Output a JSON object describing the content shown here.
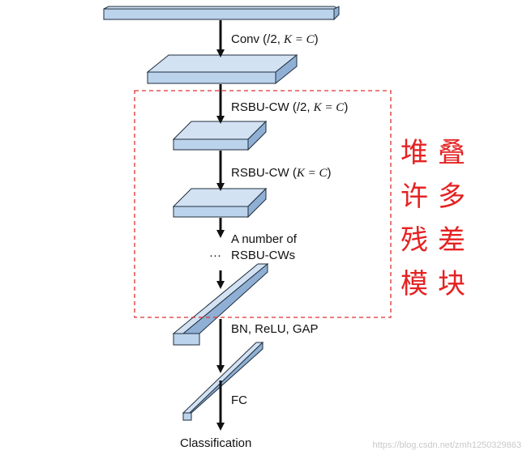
{
  "colors": {
    "block_fill": "#bcd3ec",
    "block_top": "#d3e2f3",
    "block_side": "#8fb0d4",
    "outline": "#1f2d3d",
    "arrow": "#111111",
    "dashed_box": "#e03030",
    "annotation_text": "#e52222"
  },
  "labels": {
    "conv_prefix": "Conv (/2, ",
    "conv_math": "K = C",
    "conv_suffix": ")",
    "rsbu1_prefix": "RSBU-CW (/2, ",
    "rsbu1_math": "K = C",
    "rsbu1_suffix": ")",
    "rsbu2_prefix": "RSBU-CW (",
    "rsbu2_math": "K = C",
    "rsbu2_suffix": ")",
    "many_line1": "A number of",
    "many_line2": "RSBU-CWs",
    "ellipsis": "···",
    "bn_relu_gap": "BN, ReLU, GAP",
    "fc": "FC",
    "classification": "Classification"
  },
  "annotation": {
    "col1": [
      "堆",
      "许",
      "残",
      "模"
    ],
    "col2": [
      "叠",
      "多",
      "差",
      "块"
    ]
  },
  "watermark": "https://blog.csdn.net/zmh1250329863"
}
